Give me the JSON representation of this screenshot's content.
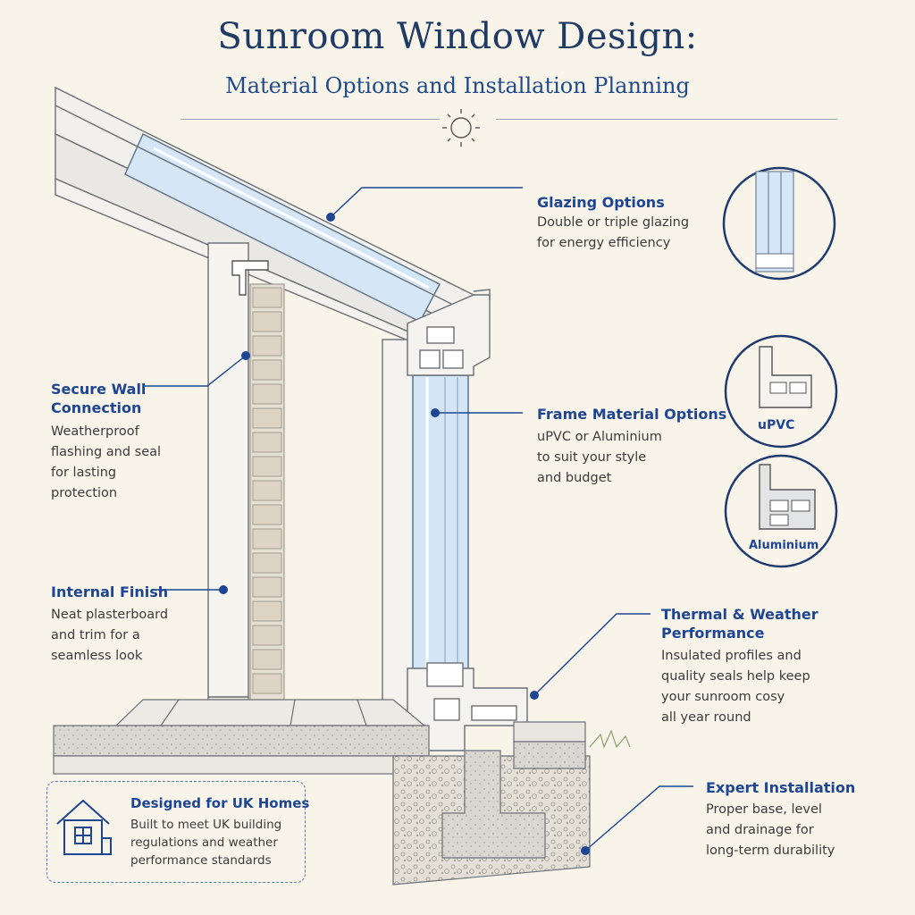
{
  "header": {
    "title": "Sunroom Window Design:",
    "subtitle": "Material Options and Installation Planning"
  },
  "labels": {
    "glazing": {
      "heading": "Glazing Options",
      "body": [
        "Double or triple glazing",
        "for energy efficiency"
      ]
    },
    "wall": {
      "heading": [
        "Secure Wall",
        "Connection"
      ],
      "body": [
        "Weatherproof",
        "flashing and seal",
        "for lasting",
        "protection"
      ]
    },
    "frame": {
      "heading": "Frame Material Options",
      "body": [
        "uPVC or Aluminium",
        "to suit your style",
        "and budget"
      ]
    },
    "internal": {
      "heading": "Internal Finish",
      "body": [
        "Neat plasterboard",
        "and trim for a",
        "seamless look"
      ]
    },
    "thermal": {
      "heading": [
        "Thermal & Weather",
        "Performance"
      ],
      "body": [
        "Insulated profiles and",
        "quality seals help keep",
        "your sunroom cosy",
        "all year round"
      ]
    },
    "install": {
      "heading": "Expert Installation",
      "body": [
        "Proper base, level",
        "and drainage for",
        "long-term durability"
      ]
    }
  },
  "materials": {
    "upvc": "uPVC",
    "aluminium": "Aluminium"
  },
  "uk_box": {
    "title": "Designed for UK Homes",
    "body": [
      "Built to meet UK building",
      "regulations and weather",
      "performance standards"
    ]
  },
  "icons": [
    "sun-icon",
    "house-icon"
  ],
  "colors": {
    "accent": "#1e4592",
    "glass": "#cfe1f5",
    "background": "#f8f4ea"
  }
}
